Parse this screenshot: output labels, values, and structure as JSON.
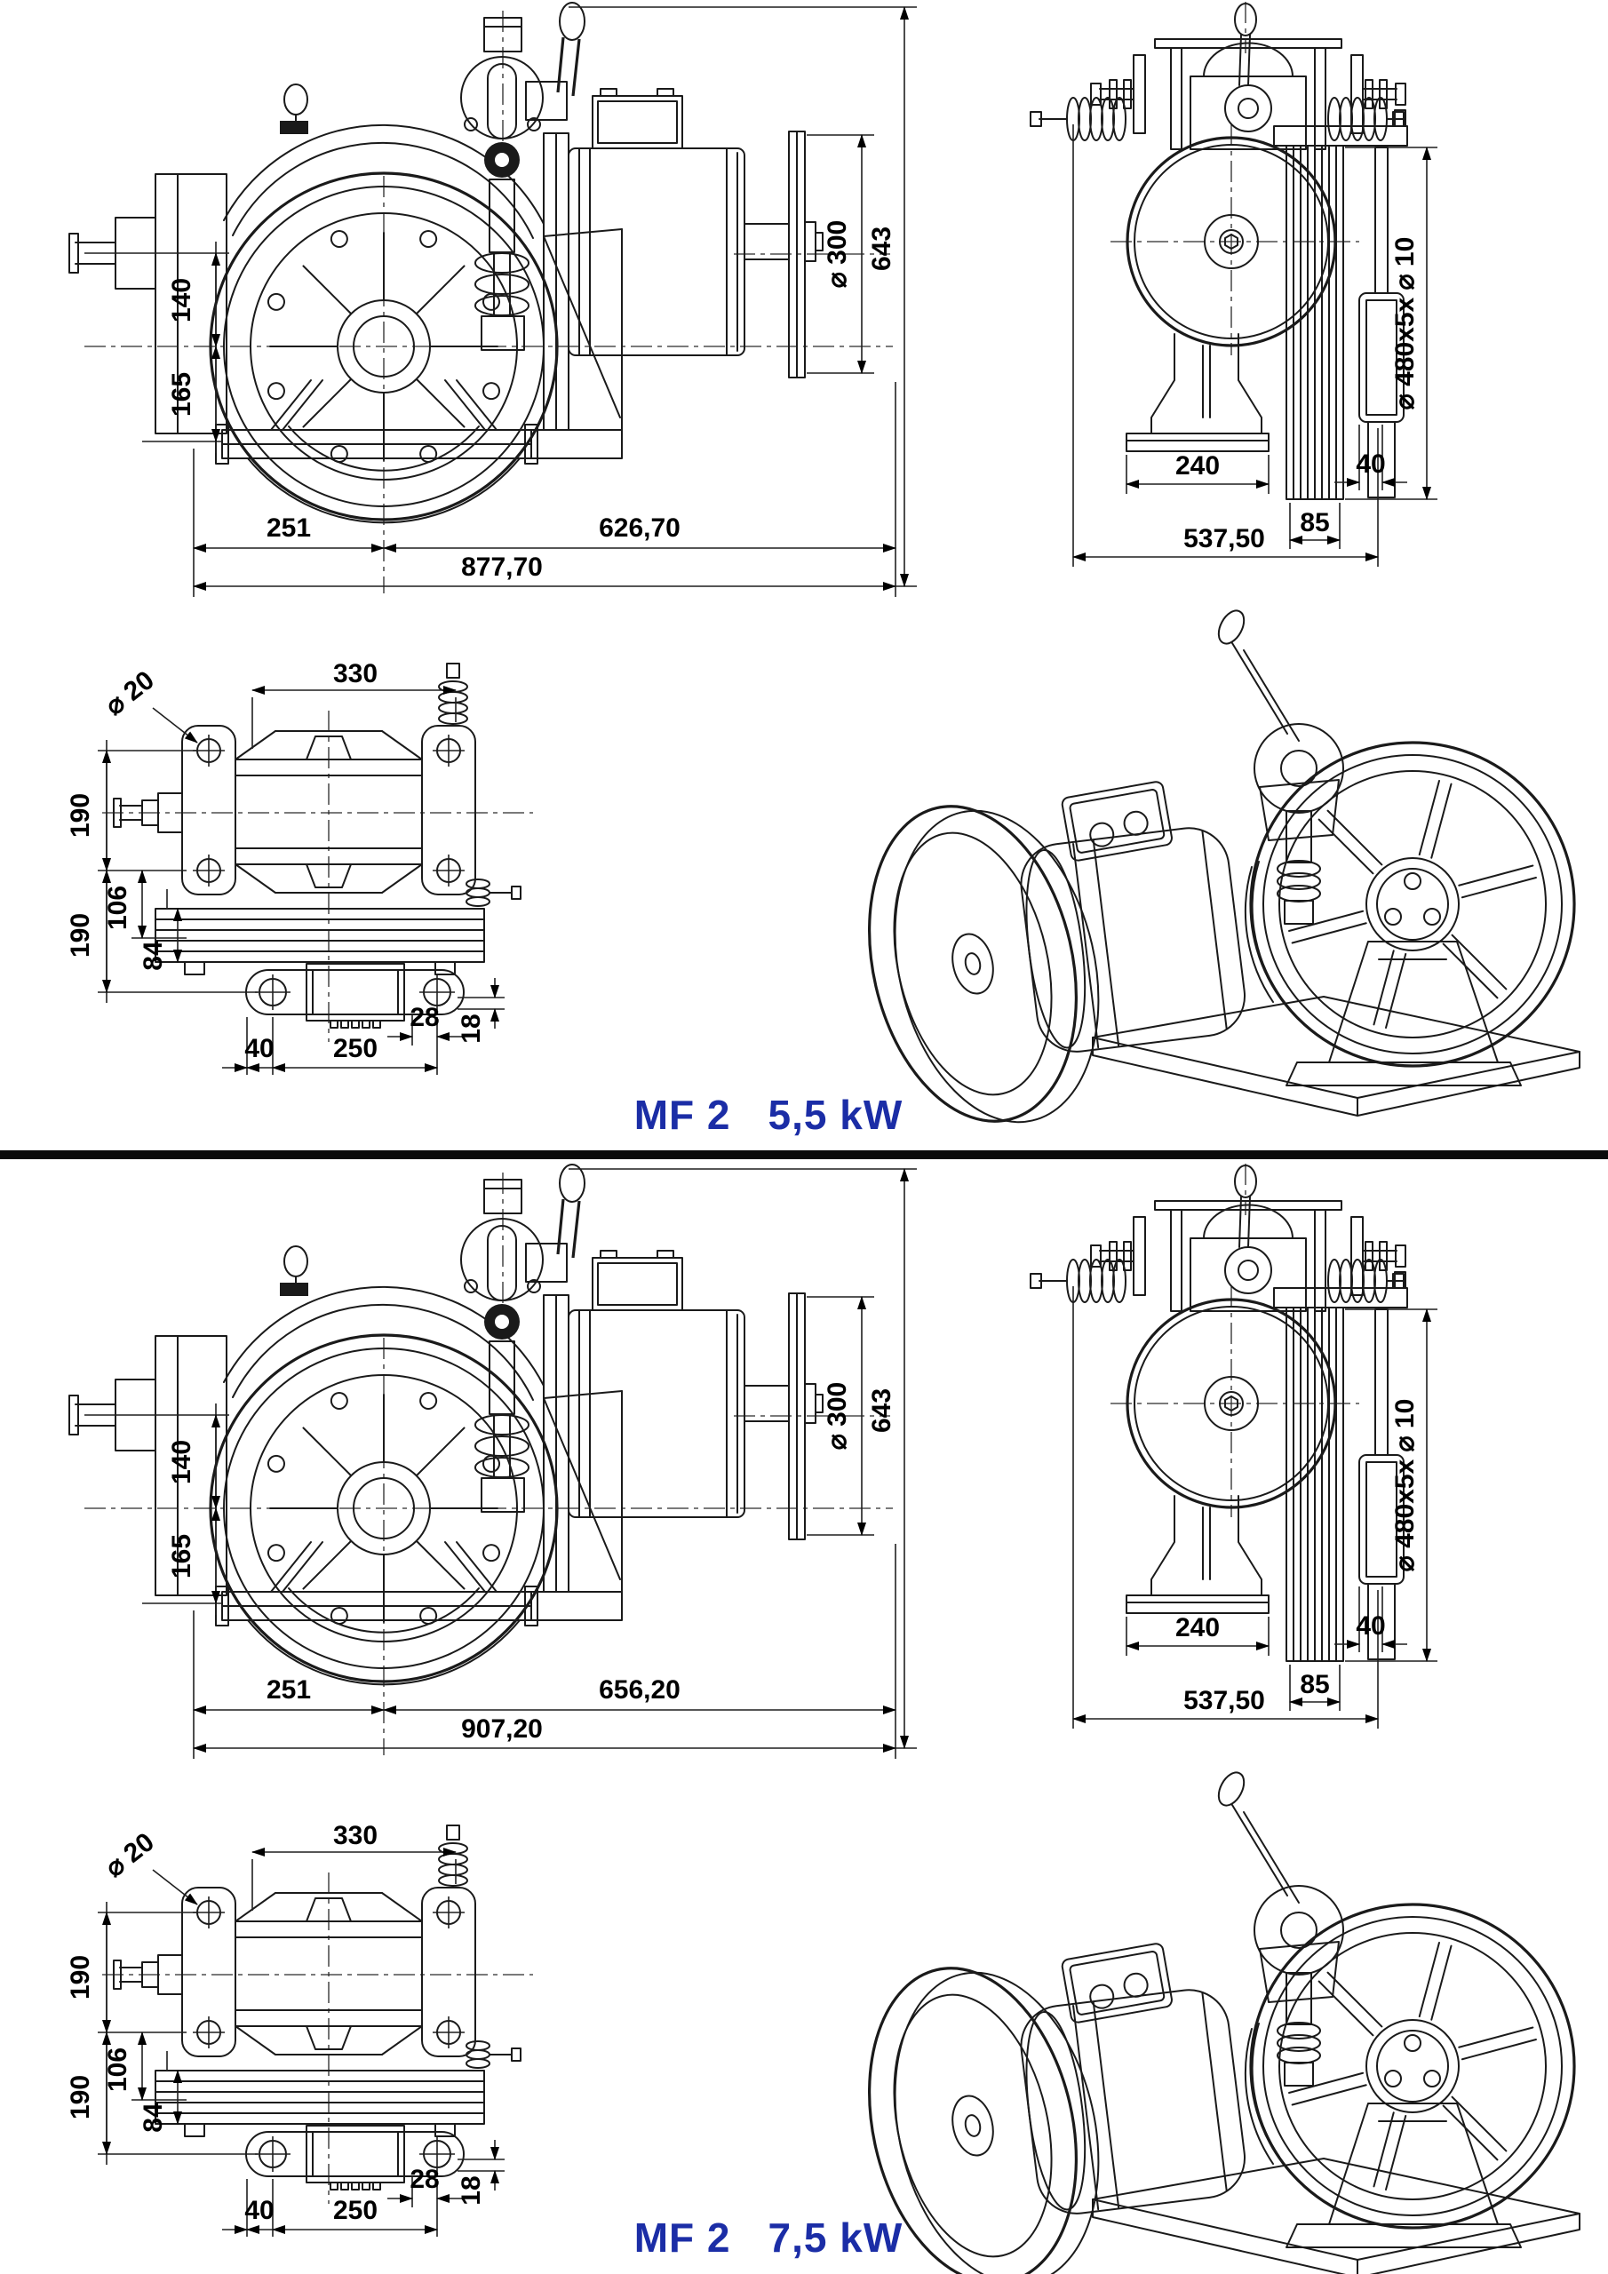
{
  "sheet": {
    "background": "#ffffff",
    "line_color": "#1a1a1a",
    "caption_color": "#1b2da6",
    "divider_color": "#0a0a0a"
  },
  "sections": [
    {
      "caption": {
        "model": "MF 2",
        "power": "5,5 kW"
      },
      "front": {
        "d140": "140",
        "d165": "165",
        "d251": "251",
        "dMotor": "626,70",
        "dTotal": "877,70",
        "d300": "⌀ 300",
        "d643": "643"
      },
      "side": {
        "d240": "240",
        "d40": "40",
        "d85": "85",
        "d537": "537,50",
        "dRope": "⌀ 480x5x ⌀ 10"
      },
      "plan": {
        "d20": "⌀ 20",
        "d330": "330",
        "d190a": "190",
        "d190b": "190",
        "d106": "106",
        "d84": "84",
        "d40": "40",
        "d250": "250",
        "d28": "28",
        "d18": "18"
      }
    },
    {
      "caption": {
        "model": "MF 2",
        "power": "7,5 kW"
      },
      "front": {
        "d140": "140",
        "d165": "165",
        "d251": "251",
        "dMotor": "656,20",
        "dTotal": "907,20",
        "d300": "⌀ 300",
        "d643": "643"
      },
      "side": {
        "d240": "240",
        "d40": "40",
        "d85": "85",
        "d537": "537,50",
        "dRope": "⌀ 480x5x ⌀ 10"
      },
      "plan": {
        "d20": "⌀ 20",
        "d330": "330",
        "d190a": "190",
        "d190b": "190",
        "d106": "106",
        "d84": "84",
        "d40": "40",
        "d250": "250",
        "d28": "28",
        "d18": "18"
      }
    }
  ]
}
